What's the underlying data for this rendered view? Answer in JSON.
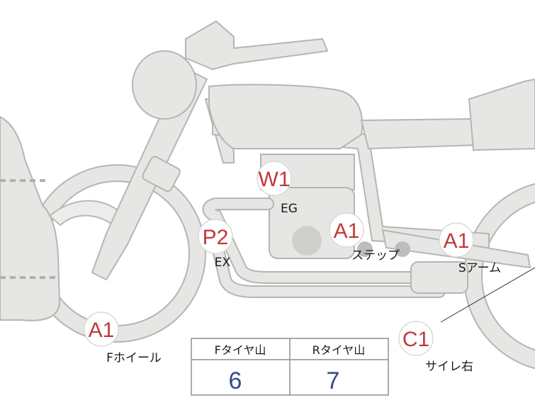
{
  "badges": [
    {
      "code": "W1",
      "label": "EG"
    },
    {
      "code": "P2",
      "label": "EX"
    },
    {
      "code": "A1",
      "label": "ステップ"
    },
    {
      "code": "A1",
      "label": "Sアーム"
    },
    {
      "code": "A1",
      "label": "Fホイール"
    },
    {
      "code": "C1",
      "label": "サイレ右"
    }
  ],
  "tread_table": {
    "headers": [
      "Fタイヤ山",
      "Rタイヤ山"
    ],
    "values": [
      "6",
      "7"
    ]
  },
  "colors": {
    "badge_text": "#c0393b",
    "table_value": "#3a4a8a",
    "body_fill": "#e6e6e4"
  }
}
